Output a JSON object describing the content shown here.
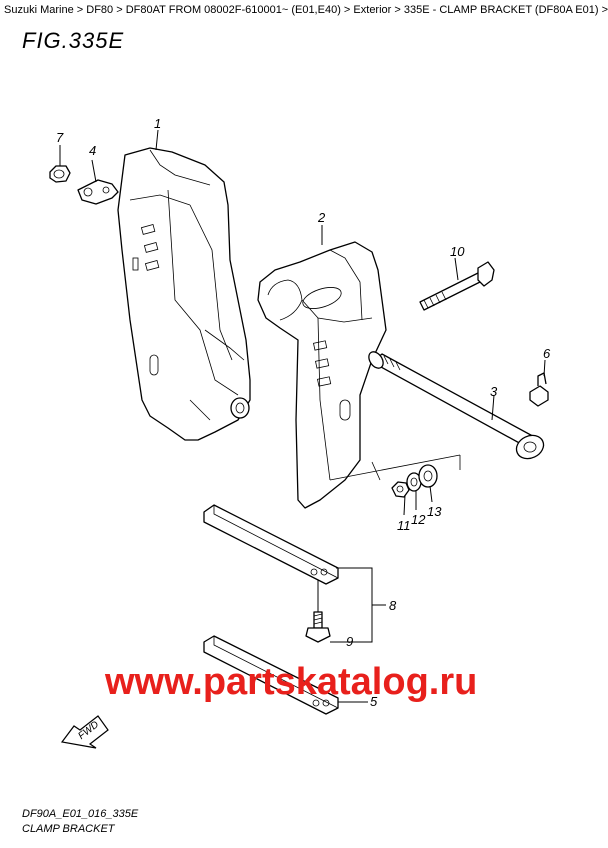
{
  "breadcrumb": {
    "items": [
      "Suzuki Marine",
      "DF80",
      "DF80AT FROM 08002F-610001~ (E01,E40)",
      "Exterior",
      "335E - CLAMP BRACKET (DF80A E01)"
    ],
    "separator": ">"
  },
  "figure": {
    "title": "FIG.335E"
  },
  "callouts": [
    "1",
    "2",
    "3",
    "4",
    "5",
    "6",
    "7",
    "8",
    "9",
    "10",
    "11",
    "12",
    "13"
  ],
  "watermark": {
    "text": "www.partskatalog.ru",
    "color": "#e8201c"
  },
  "fwd_badge": {
    "text": "FWD"
  },
  "footer": {
    "code": "DF90A_E01_016_335E",
    "name": "CLAMP BRACKET"
  }
}
